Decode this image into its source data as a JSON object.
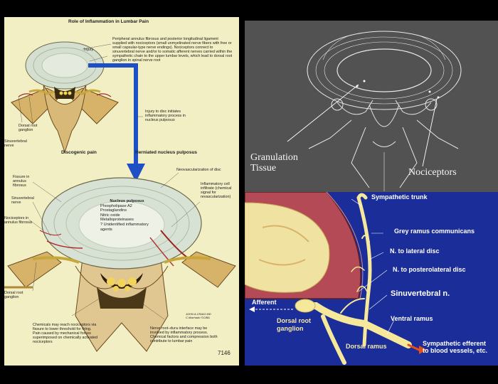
{
  "left_panel": {
    "title": "Role of Inflammation in Lumbar Pain",
    "top_annotation": "Peripheral annulus fibrosus and posterior longitudinal ligament supplied with nociceptors (small unmyelinated nerve fibers with free or small capsular-type nerve endings). Nociceptors connect to sinuvertebral nerve and/or to somatic afferent nerves carried within the sympathetic chain to the upper lumbar levels, which lead to dorsal root ganglion in spinal nerve root",
    "injury_label": "Injury",
    "dorsal_root_ganglion_top": "Dorsal root ganglion",
    "sinuvertebral_nerve_top": "Sinuvertebral nerve",
    "injury_note": "Injury to disc initiates inflammatory process in nucleus pulposus",
    "discogenic_pain": "Discogenic pain",
    "herniated_np": "Herniated nucleus pulposus",
    "neovascularization": "Neovascularization of disc",
    "fissure": "Fissure in annulus fibrosus",
    "sinuvertebral_nerve_mid": "Sinuvertebral nerve",
    "nociceptors_annulus": "Nociceptors in annulus fibrosus",
    "inflammatory_infiltrate": "Inflammatory cell infiltrate (chemical signal for revascularization)",
    "nucleus_pulposus_title": "Nucleus pulposus",
    "nucleus_pulposus_items": [
      "Phospholipase A2",
      "Prostaglandins",
      "Nitric oxide",
      "Metalloproteinases",
      "? Unidentified inflammatory agents"
    ],
    "dorsal_root_ganglion_bottom": "Dorsal root ganglion",
    "chemicals_note": "Chemicals may reach nociceptors via fissure to lower threshold for firing. Pain caused by mechanical forces superimposed on chemically activated nociceptors",
    "nerve_root_note": "Nerve root–dura interface may be involved by inflammatory process. Chemical factors and compression both contribute to lumbar pain",
    "signature": "JOHN A.CRAIG MD  C.Machado  ©CIBA",
    "plate_number": "7146"
  },
  "top_right_panel": {
    "granulation_tissue": "Granulation\nTissue",
    "nociceptors": "Nociceptors"
  },
  "bottom_right_panel": {
    "sympathetic_trunk": "Sympathetic trunk",
    "grey_ramus": "Grey ramus communicans",
    "n_lateral_disc": "N. to lateral disc",
    "n_posterolateral_disc": "N. to posterolateral disc",
    "sinuvertebral_n": "Sinuvertebral n.",
    "afferent": "Afferent",
    "ventral_ramus": "Ventral ramus",
    "dorsal_root_ganglion": "Dorsal root\nganglion",
    "dorsal_ramus": "Dorsal ramus",
    "sympathetic_efferent": "Sympathetic efferent\nto blood vessels, etc."
  },
  "colors": {
    "left_background": "#f2efc4",
    "arrow_blue": "#1f4fc4",
    "top_right_background": "#525252",
    "bottom_right_background": "#1b2d99",
    "disc_outer": "#b34a55",
    "disc_nucleus": "#f0e2a0",
    "nerve_yellow": "#f6e89a",
    "efferent_orange": "#e2501c"
  }
}
